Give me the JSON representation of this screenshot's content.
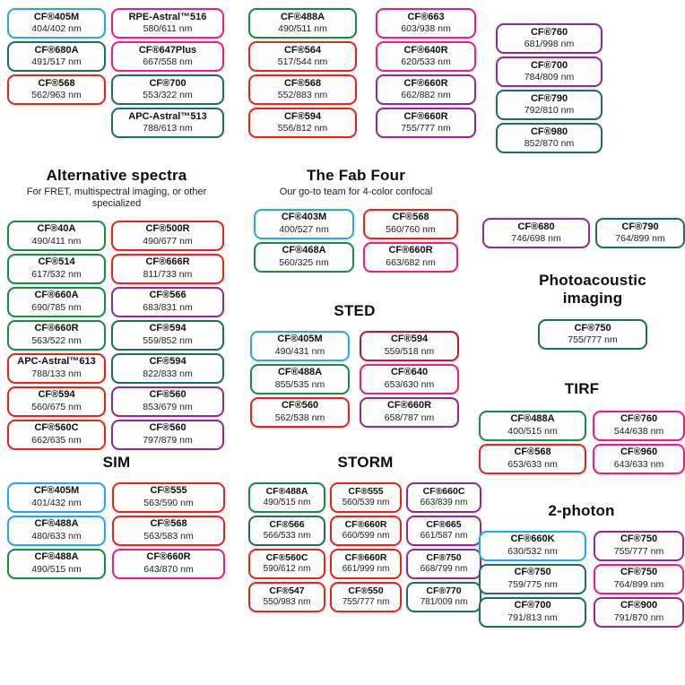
{
  "colors": {
    "blue": "#2ba7e0",
    "green": "#1d8649",
    "teal": "#216a60",
    "red": "#e1261d",
    "darkred": "#b21f2d",
    "pink": "#ec1c80",
    "purple": "#8d2b90"
  },
  "chart_data": {
    "type": "table",
    "sections": [
      {
        "id": "topleft",
        "columns": [
          [
            {
              "label": "CF®405M",
              "nm": "404/402 nm",
              "color": "blue"
            },
            {
              "label": "CF®680A",
              "nm": "491/517 nm",
              "color": "teal"
            },
            {
              "label": "CF®568",
              "nm": "562/963 nm",
              "color": "red"
            }
          ],
          [
            {
              "label": "RPE-Astral™516",
              "nm": "580/611 nm",
              "color": "pink"
            },
            {
              "label": "CF®647Plus",
              "nm": "667/558 nm",
              "color": "pink"
            },
            {
              "label": "CF®700",
              "nm": "553/322 nm",
              "color": "teal"
            },
            {
              "label": "APC-Astral™513",
              "nm": "788/613 nm",
              "color": "teal"
            }
          ]
        ]
      },
      {
        "id": "topmid",
        "columns": [
          [
            {
              "label": "CF®488A",
              "nm": "490/511 nm",
              "color": "green"
            },
            {
              "label": "CF®564",
              "nm": "517/544 nm",
              "color": "red"
            },
            {
              "label": "CF®568",
              "nm": "552/883 nm",
              "color": "red"
            },
            {
              "label": "CF®594",
              "nm": "556/812 nm",
              "color": "red"
            }
          ],
          [
            {
              "label": "CF®663",
              "nm": "603/938 nm",
              "color": "pink"
            },
            {
              "label": "CF®640R",
              "nm": "620/533 nm",
              "color": "pink"
            },
            {
              "label": "CF®660R",
              "nm": "662/882 nm",
              "color": "purple"
            },
            {
              "label": "CF®660R",
              "nm": "755/777 nm",
              "color": "purple"
            }
          ]
        ]
      },
      {
        "id": "topright",
        "columns": [
          [
            {
              "label": "CF®760",
              "nm": "681/998 nm",
              "color": "purple"
            },
            {
              "label": "CF®700",
              "nm": "784/809 nm",
              "color": "purple"
            },
            {
              "label": "CF®790",
              "nm": "792/810 nm",
              "color": "teal"
            },
            {
              "label": "CF®980",
              "nm": "852/870 nm",
              "color": "teal"
            }
          ]
        ]
      },
      {
        "id": "alt",
        "title": "Alternative spectra",
        "subtitle": "For FRET, multispectral imaging, or other specialized",
        "columns": [
          [
            {
              "label": "CF®40A",
              "nm": "490/411 nm",
              "color": "green"
            },
            {
              "label": "CF®514",
              "nm": "617/532 nm",
              "color": "green"
            },
            {
              "label": "CF®660A",
              "nm": "690/785 nm",
              "color": "green"
            },
            {
              "label": "CF®660R",
              "nm": "563/522 nm",
              "color": "green"
            },
            {
              "label": "APC-Astral™613",
              "nm": "788/133 nm",
              "color": "red"
            },
            {
              "label": "CF®594",
              "nm": "560/675 nm",
              "color": "red"
            },
            {
              "label": "CF®560C",
              "nm": "662/635 nm",
              "color": "red"
            }
          ],
          [
            {
              "label": "CF®500R",
              "nm": "490/677 nm",
              "color": "red"
            },
            {
              "label": "CF®666R",
              "nm": "811/733 nm",
              "color": "red"
            },
            {
              "label": "CF®566",
              "nm": "683/831 nm",
              "color": "purple"
            },
            {
              "label": "CF®594",
              "nm": "559/852 nm",
              "color": "teal"
            },
            {
              "label": "CF®594",
              "nm": "822/833 nm",
              "color": "teal"
            },
            {
              "label": "CF®560",
              "nm": "853/679 nm",
              "color": "purple"
            },
            {
              "label": "CF®560",
              "nm": "797/879 nm",
              "color": "purple"
            }
          ]
        ]
      },
      {
        "id": "fab",
        "title": "The Fab Four",
        "subtitle": "Our go-to team for 4-color confocal",
        "columns": [
          [
            {
              "label": "CF®403M",
              "nm": "400/527 nm",
              "color": "blue"
            },
            {
              "label": "CF®468A",
              "nm": "560/325 nm",
              "color": "green"
            }
          ],
          [
            {
              "label": "CF®568",
              "nm": "560/760 nm",
              "color": "red"
            },
            {
              "label": "CF®660R",
              "nm": "663/682 nm",
              "color": "pink"
            }
          ]
        ]
      },
      {
        "id": "pair",
        "columns": [
          [
            {
              "label": "CF®680",
              "nm": "746/698 nm",
              "color": "purple"
            }
          ],
          [
            {
              "label": "CF®790",
              "nm": "764/899 nm",
              "color": "teal"
            }
          ]
        ]
      },
      {
        "id": "sted",
        "title": "STED",
        "columns": [
          [
            {
              "label": "CF®405M",
              "nm": "490/431 nm",
              "color": "blue"
            },
            {
              "label": "CF®488A",
              "nm": "855/535 nm",
              "color": "green"
            },
            {
              "label": "CF®560",
              "nm": "562/538 nm",
              "color": "red"
            }
          ],
          [
            {
              "label": "CF®594",
              "nm": "559/518 nm",
              "color": "darkred"
            },
            {
              "label": "CF®640",
              "nm": "653/630 nm",
              "color": "pink"
            },
            {
              "label": "CF®660R",
              "nm": "658/787 nm",
              "color": "purple"
            }
          ]
        ]
      },
      {
        "id": "photo",
        "title": "Photoacoustic imaging",
        "columns": [
          [
            {
              "label": "CF®750",
              "nm": "755/777 nm",
              "color": "teal"
            }
          ]
        ]
      },
      {
        "id": "tirf",
        "title": "TIRF",
        "columns": [
          [
            {
              "label": "CF®488A",
              "nm": "400/515 nm",
              "color": "green"
            },
            {
              "label": "CF®568",
              "nm": "653/633 nm",
              "color": "red"
            }
          ],
          [
            {
              "label": "CF®760",
              "nm": "544/638 nm",
              "color": "pink"
            },
            {
              "label": "CF®960",
              "nm": "643/633 nm",
              "color": "pink"
            }
          ]
        ]
      },
      {
        "id": "sim",
        "title": "SIM",
        "columns": [
          [
            {
              "label": "CF®405M",
              "nm": "401/432 nm",
              "color": "blue"
            },
            {
              "label": "CF®488A",
              "nm": "480/633 nm",
              "color": "blue"
            },
            {
              "label": "CF®488A",
              "nm": "490/515 nm",
              "color": "green"
            }
          ],
          [
            {
              "label": "CF®555",
              "nm": "563/590 nm",
              "color": "red"
            },
            {
              "label": "CF®568",
              "nm": "563/583 nm",
              "color": "red"
            },
            {
              "label": "CF®660R",
              "nm": "643/870 nm",
              "color": "pink"
            }
          ]
        ]
      },
      {
        "id": "storm",
        "title": "STORM",
        "columns": [
          [
            {
              "label": "CF®488A",
              "nm": "490/515 nm",
              "color": "green"
            },
            {
              "label": "CF®566",
              "nm": "566/533 nm",
              "color": "teal"
            },
            {
              "label": "CF®560C",
              "nm": "590/612 nm",
              "color": "red"
            },
            {
              "label": "CF®547",
              "nm": "550/983 nm",
              "color": "red"
            }
          ],
          [
            {
              "label": "CF®555",
              "nm": "560/539 nm",
              "color": "red"
            },
            {
              "label": "CF®660R",
              "nm": "660/599 nm",
              "color": "red"
            },
            {
              "label": "CF®660R",
              "nm": "661/999 nm",
              "color": "red"
            },
            {
              "label": "CF®550",
              "nm": "755/777 nm",
              "color": "red"
            }
          ],
          [
            {
              "label": "CF®660C",
              "nm": "663/839 nm",
              "color": "purple"
            },
            {
              "label": "CF®665",
              "nm": "661/587 nm",
              "color": "purple"
            },
            {
              "label": "CF®750",
              "nm": "668/799 nm",
              "color": "purple"
            },
            {
              "label": "CF®770",
              "nm": "781/009 nm",
              "color": "teal"
            }
          ]
        ]
      },
      {
        "id": "twophoton",
        "title": "2-photon",
        "columns": [
          [
            {
              "label": "CF®660K",
              "nm": "630/532 nm",
              "color": "blue"
            },
            {
              "label": "CF®750",
              "nm": "759/775 nm",
              "color": "teal"
            },
            {
              "label": "CF®700",
              "nm": "791/813 nm",
              "color": "teal"
            }
          ],
          [
            {
              "label": "CF®750",
              "nm": "755/777 nm",
              "color": "purple"
            },
            {
              "label": "CF®750",
              "nm": "764/899 nm",
              "color": "pink"
            },
            {
              "label": "CF®900",
              "nm": "791/870 nm",
              "color": "purple"
            }
          ]
        ]
      }
    ]
  }
}
